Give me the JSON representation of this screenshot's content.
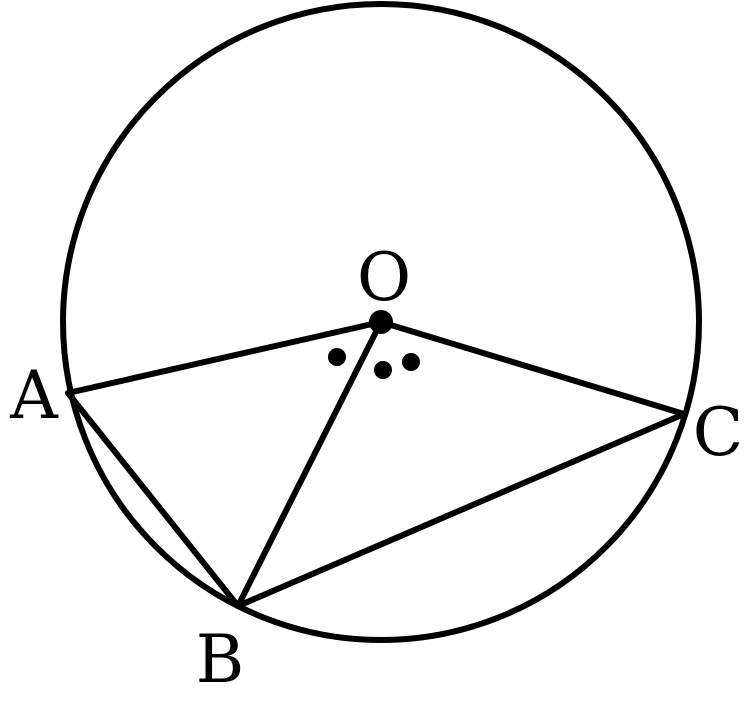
{
  "diagram": {
    "colors": {
      "ink": "#000000",
      "background": "#ffffff"
    },
    "points": {
      "O": "O",
      "A": "A",
      "B": "B",
      "C": "C"
    },
    "segments": [
      "OA",
      "OB",
      "OC",
      "AB",
      "BC"
    ]
  }
}
